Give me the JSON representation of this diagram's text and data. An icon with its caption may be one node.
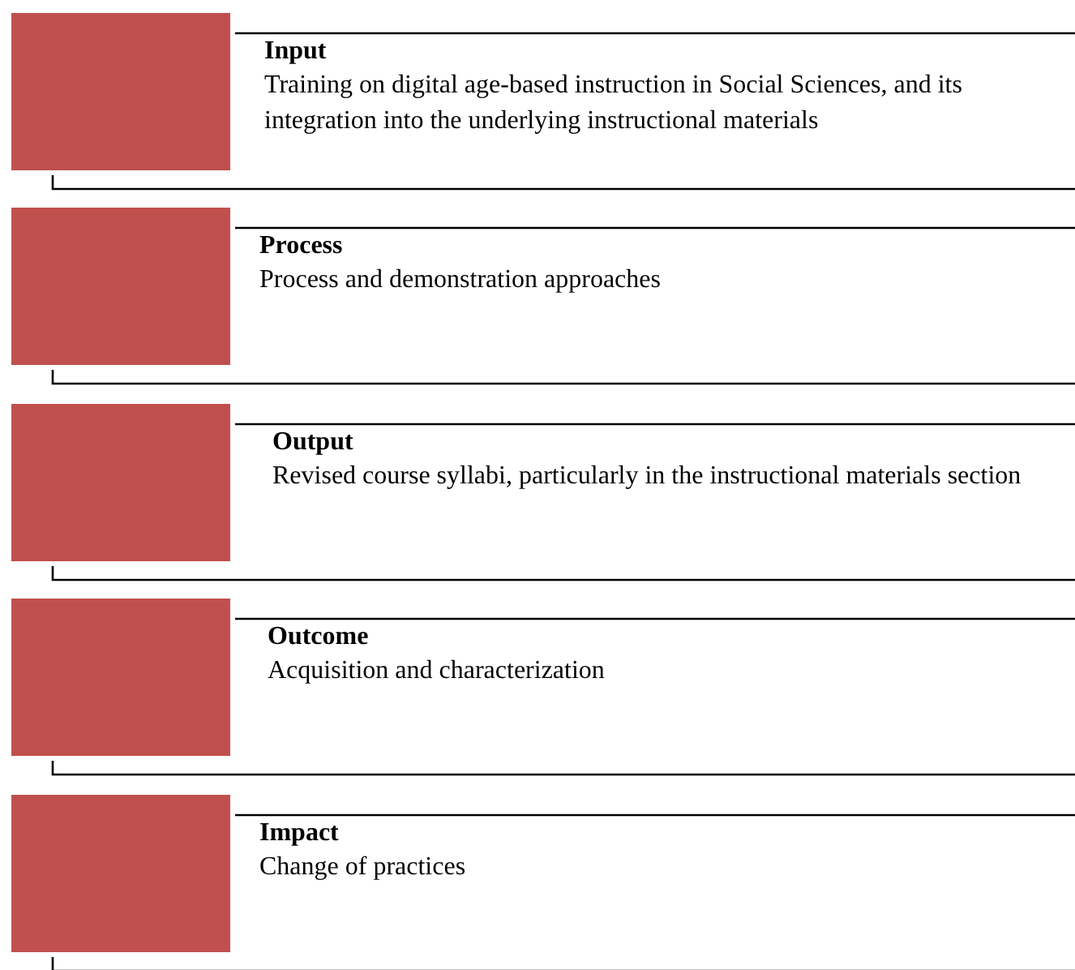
{
  "diagram": {
    "nodes": [
      {
        "text": [
          "Input",
          "Training on digital age-based instruction in Social Sciences, and its integration into the underlying instructional materials"
        ]
      },
      {
        "text": [
          "Process",
          "Process and demonstration approaches"
        ]
      },
      {
        "text": [
          "Output",
          "Revised course syllabi, particularly in the instructional materials section"
        ]
      },
      {
        "text": [
          "Outcome",
          "Acquisition and characterization"
        ]
      },
      {
        "text": [
          "Impact",
          "Change of practices"
        ]
      }
    ]
  }
}
